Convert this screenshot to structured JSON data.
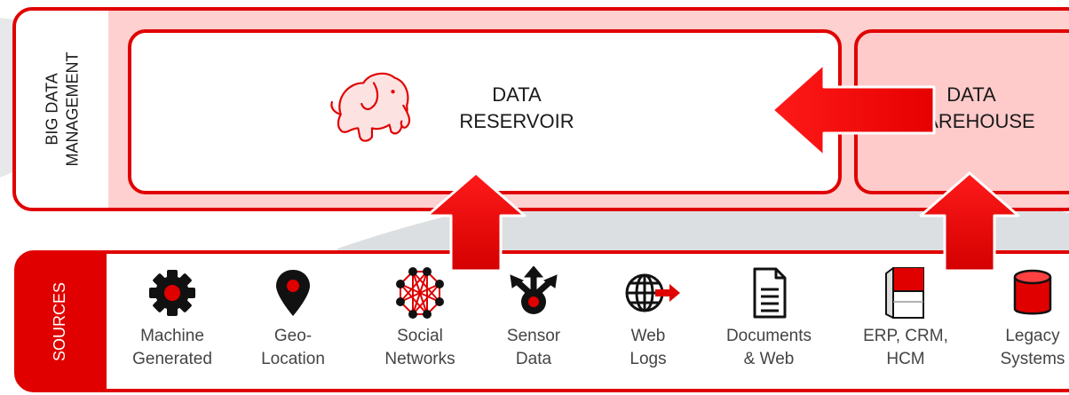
{
  "management": {
    "label": "BIG DATA\nMANAGEMENT",
    "reservoir": {
      "title": "DATA\nRESERVOIR",
      "icon": "hadoop-elephant-icon"
    },
    "warehouse": {
      "title": "DATA\nWAREHOUSE"
    }
  },
  "sources": {
    "label": "SOURCES",
    "items": [
      {
        "label": "Machine\nGenerated",
        "icon": "gear-icon"
      },
      {
        "label": "Geo-\nLocation",
        "icon": "map-pin-icon"
      },
      {
        "label": "Social\nNetworks",
        "icon": "network-icon"
      },
      {
        "label": "Sensor\nData",
        "icon": "sensor-icon"
      },
      {
        "label": "Web\nLogs",
        "icon": "globe-arrow-icon"
      },
      {
        "label": "Documents\n& Web",
        "icon": "document-icon"
      },
      {
        "label": "ERP, CRM,\nHCM",
        "icon": "server-icon"
      },
      {
        "label": "Legacy\nSystems",
        "icon": "database-icon"
      }
    ]
  },
  "colors": {
    "accent": "#e00000",
    "management_fill": "#ffd0d0",
    "warehouse_fill": "#ffcaca",
    "text": "#1a1a1a",
    "source_text": "#444444"
  }
}
